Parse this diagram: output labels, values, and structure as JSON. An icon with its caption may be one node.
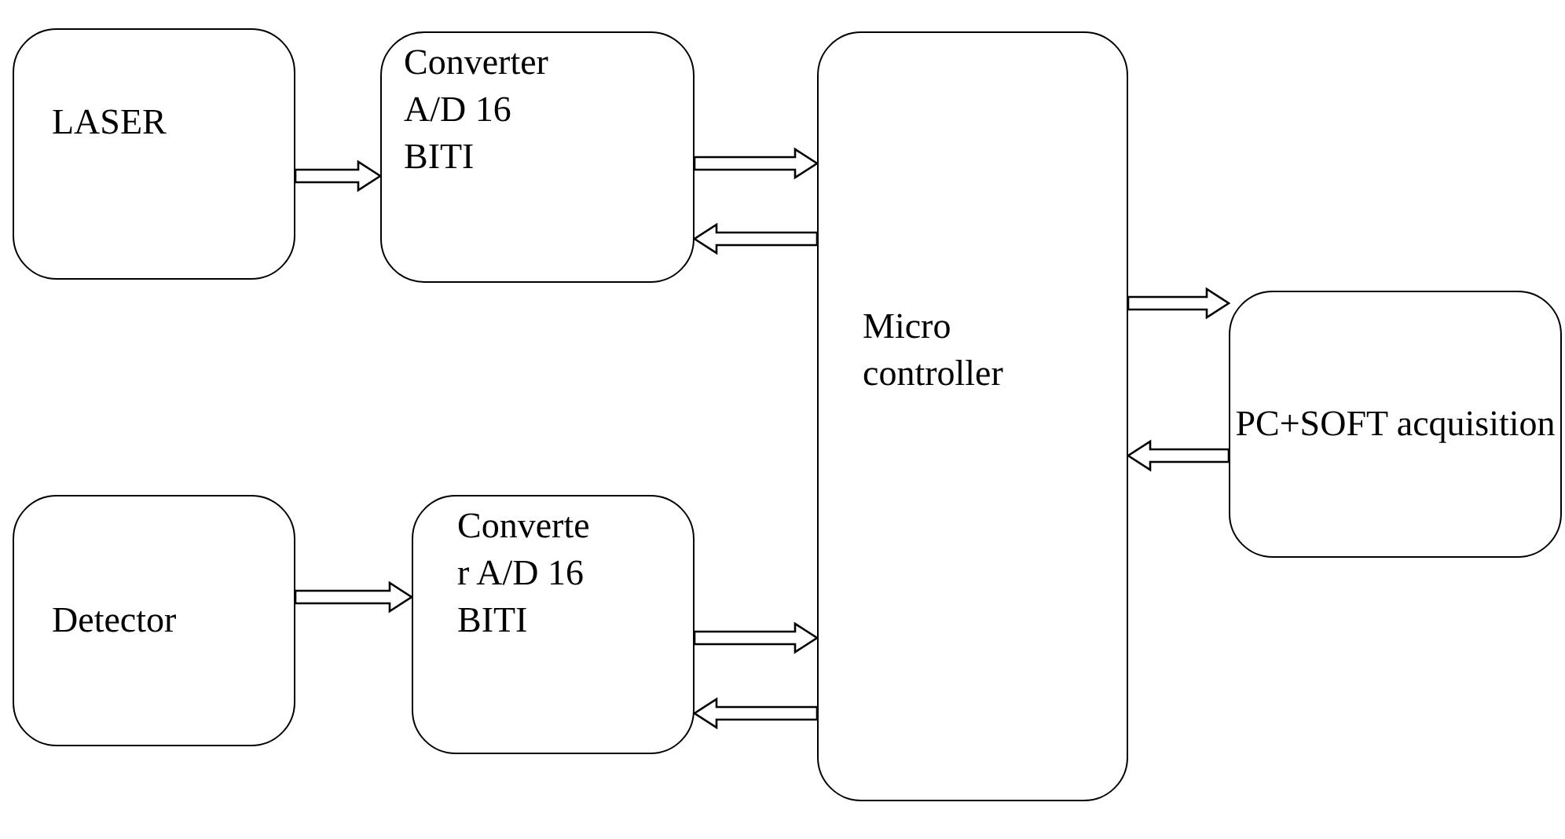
{
  "diagram": {
    "nodes": [
      {
        "text": [
          "LASER"
        ]
      },
      {
        "text": [
          "Converter A/D 16 BITI"
        ]
      },
      {
        "text": [
          "Micro controller"
        ]
      },
      {
        "text": [
          "PC+SOFT acquisition"
        ]
      },
      {
        "text": [
          "Detector"
        ]
      },
      {
        "text": [
          "Converte r A/D 16 BITI"
        ]
      }
    ],
    "edges": [
      {
        "from": 0,
        "to": 1,
        "arrow": "to"
      },
      {
        "from": 1,
        "to": 2,
        "arrow": "to"
      },
      {
        "from": 2,
        "to": 1,
        "arrow": "to"
      },
      {
        "from": 2,
        "to": 3,
        "arrow": "to"
      },
      {
        "from": 3,
        "to": 2,
        "arrow": "to"
      },
      {
        "from": 4,
        "to": 5,
        "arrow": "to"
      },
      {
        "from": 5,
        "to": 2,
        "arrow": "to"
      },
      {
        "from": 2,
        "to": 5,
        "arrow": "to"
      }
    ]
  }
}
